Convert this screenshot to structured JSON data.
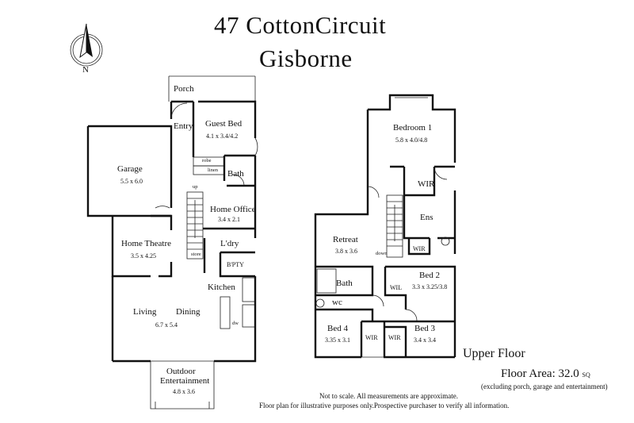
{
  "title": {
    "line1": "47 CottonCircuit",
    "line2": "Gisborne"
  },
  "compass": {
    "letter": "N"
  },
  "ground_floor": {
    "porch": "Porch",
    "entry": "Entry",
    "guest_bed": {
      "label": "Guest Bed",
      "dims": "4.1 x 3.4/4.2"
    },
    "robe": "robe",
    "linen": "linen",
    "bath": "Bath",
    "garage": {
      "label": "Garage",
      "dims": "5.5 x 6.0"
    },
    "home_office": {
      "label": "Home Office",
      "dims": "3.4 x 2.1"
    },
    "stair_up": "up",
    "laundry": "L'dry",
    "store": "store",
    "home_theatre": {
      "label": "Home Theatre",
      "dims": "3.5 x 4.25"
    },
    "butlers_pantry": "B'PTY",
    "kitchen": "Kitchen",
    "living": "Living",
    "dining": "Dining",
    "living_dims": "6.7 x 5.4",
    "dishwasher": "dw",
    "outdoor": {
      "label1": "Outdoor",
      "label2": "Entertainment",
      "dims": "4.8 x 3.6"
    }
  },
  "upper_floor": {
    "heading": "Upper Floor",
    "bedroom1": {
      "label": "Bedroom 1",
      "dims": "5.8 x 4.0/4.8"
    },
    "wir_master": "WIR",
    "ensuite": "Ens",
    "wir_small": "WIR",
    "retreat": {
      "label": "Retreat",
      "dims": "3.8 x 3.6"
    },
    "stair_down": "down",
    "bath": "Bath",
    "wc": "wc",
    "wil": "WIL",
    "bed2": {
      "label": "Bed 2",
      "dims": "3.3 x 3.25/3.8"
    },
    "bed4": {
      "label": "Bed 4",
      "dims": "3.35 x 3.1"
    },
    "bed3": {
      "label": "Bed 3",
      "dims": "3.4 x 3.4"
    },
    "wir_bed4": "WIR",
    "wir_bed3": "WIR"
  },
  "floor_area": {
    "label": "Floor Area: 32.0",
    "unit": "SQ",
    "note": "(excluding porch, garage and entertainment)"
  },
  "disclaimer": {
    "line1": "Not to scale. All measurements are approximate.",
    "line2": "Floor plan for illustrative purposes only.Prospective purchaser to verify all information."
  }
}
